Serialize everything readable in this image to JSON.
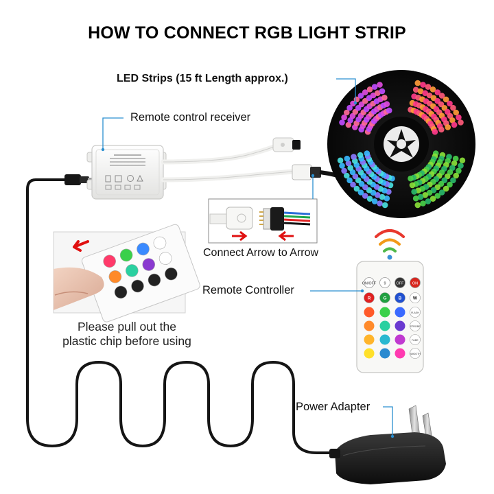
{
  "title": "HOW TO CONNECT RGB LIGHT STRIP",
  "labels": {
    "led_strips": "LED Strips (15 ft Length approx.)",
    "receiver": "Remote control receiver",
    "connect_arrow": "Connect Arrow to Arrow",
    "remote": "Remote Controller",
    "pull_line1": "Please pull out the",
    "pull_line2": "plastic chip before using",
    "power": "Power Adapter"
  },
  "remote_buttons": {
    "row1": [
      "ON/OFF",
      "9",
      "OFF",
      "ON"
    ],
    "row2": [
      "R",
      "G",
      "B",
      "W"
    ],
    "side": [
      "FLASH",
      "STROBE",
      "FADE",
      "SMOOTH"
    ]
  },
  "colors": {
    "leader_line": "#2a8fd0",
    "cable": "#151515",
    "arrow_red": "#e01010",
    "controller_white": "#f4f4f2"
  }
}
